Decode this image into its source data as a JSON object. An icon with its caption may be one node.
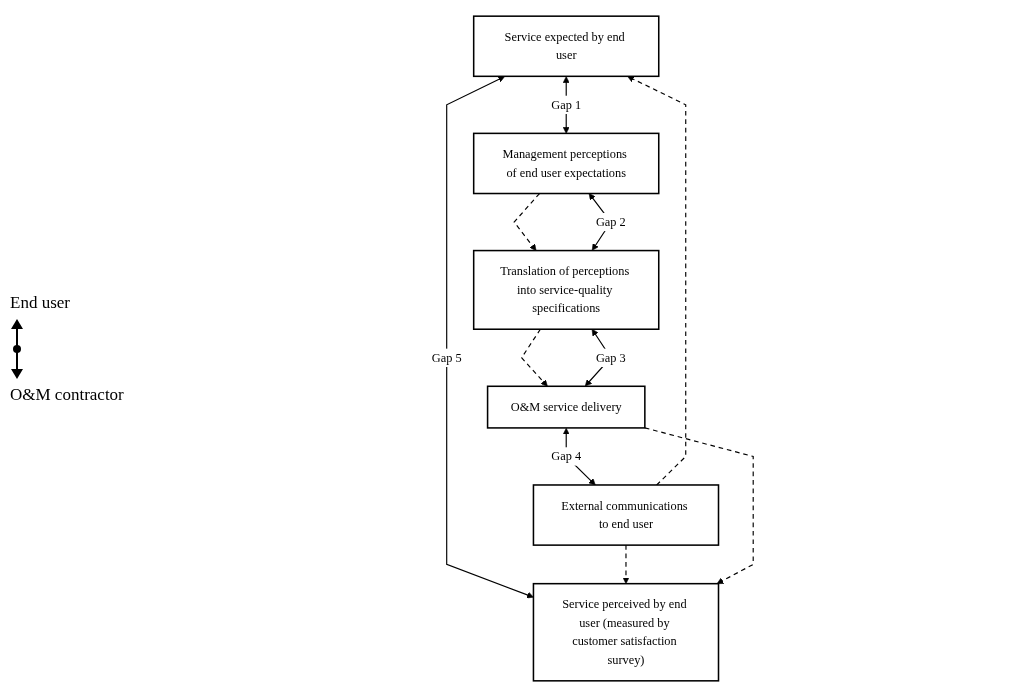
{
  "diagram": {
    "nodes": [
      {
        "text": [
          "Service expected by end user"
        ]
      },
      {
        "text": [
          "Service perceived by end user (measured by customer satisfaction survey)"
        ]
      },
      {
        "text": [
          "O&M service delivery"
        ]
      },
      {
        "text": [
          "External communications to end user"
        ]
      },
      {
        "text": [
          "Translation of perceptions into service-quality specifications"
        ]
      },
      {
        "text": [
          "Management perceptions of end user expectations"
        ]
      }
    ],
    "edges": [
      {
        "from": 0,
        "to": 5,
        "arrow": "both",
        "label": "Gap 1"
      },
      {
        "from": 3,
        "to": 0,
        "arrow": "to",
        "style": "dashed"
      },
      {
        "from": 0,
        "to": 1,
        "arrow": "both",
        "label": "Gap 5"
      },
      {
        "from": 3,
        "to": 1,
        "arrow": "to",
        "style": "dashed"
      },
      {
        "from": 2,
        "to": 1,
        "arrow": "to",
        "style": "dashed"
      },
      {
        "from": 2,
        "to": 3,
        "arrow": "both",
        "label": "Gap 4"
      },
      {
        "from": 2,
        "to": 4,
        "arrow": "both",
        "label": "Gap 3"
      },
      {
        "from": 4,
        "to": 2,
        "arrow": "to",
        "style": "dashed"
      },
      {
        "from": 4,
        "to": 5,
        "arrow": "both",
        "label": "Gap 2"
      },
      {
        "from": 5,
        "to": 4,
        "arrow": "to",
        "style": "dashed"
      }
    ],
    "labels": [
      "End user",
      "O&M contractor"
    ]
  }
}
